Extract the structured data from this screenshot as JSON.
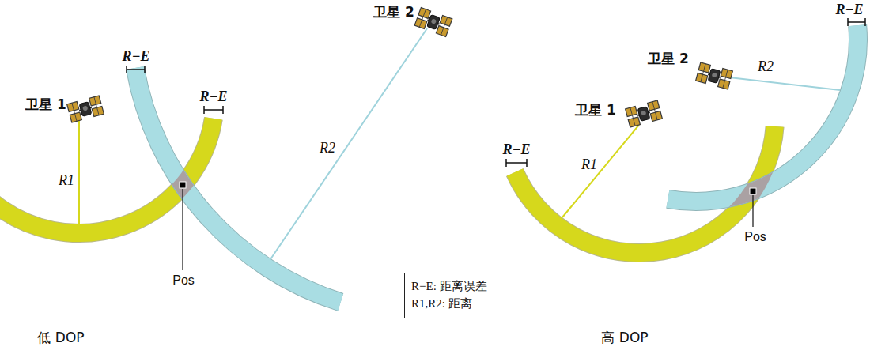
{
  "diagram": {
    "labels": [
      "卫星 2",
      "R−E",
      "R−E",
      "卫星 1",
      "R1",
      "R2",
      "Pos",
      "低 DOP",
      "R−E",
      "卫星 2",
      "R2",
      "卫星 1",
      "R−E",
      "R1",
      "Pos",
      "高 DOP"
    ],
    "legend": [
      {
        "text": "R−E: 距离误差"
      },
      {
        "text": "R1,R2: 距离"
      }
    ]
  }
}
